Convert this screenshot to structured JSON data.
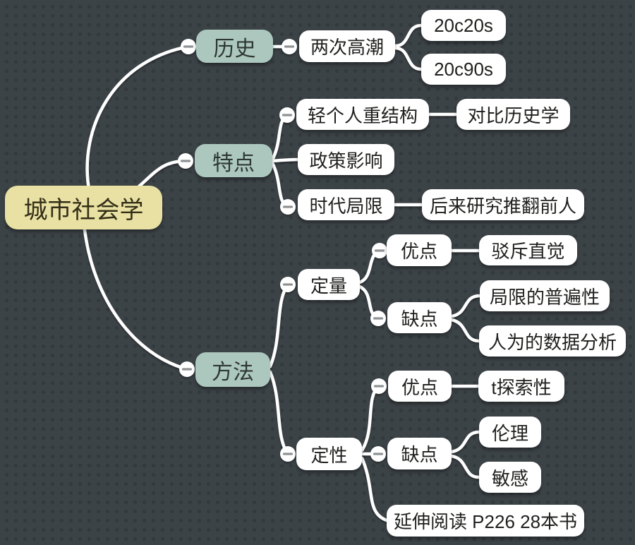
{
  "colors": {
    "bg_base": "#3c4347",
    "bg_dot": "#333a3e",
    "root_bg": "#e8e1a3",
    "root_text": "#342f18",
    "branch_bg": "#acc7be",
    "branch_text": "#2d3734",
    "leaf_bg": "#ffffff",
    "leaf_text": "#1f1f1d",
    "connector": "#ffffff",
    "collapse_minus": "#8e9294"
  },
  "icons": {
    "collapse": "minus-icon"
  },
  "map": {
    "root": {
      "label": "城市社会学"
    },
    "branches": [
      {
        "label": "历史",
        "children": [
          {
            "label": "两次高潮",
            "children": [
              {
                "label": "20c20s"
              },
              {
                "label": "20c90s"
              }
            ]
          }
        ]
      },
      {
        "label": "特点",
        "children": [
          {
            "label": "轻个人重结构",
            "children": [
              {
                "label": "对比历史学"
              }
            ]
          },
          {
            "label": "政策影响"
          },
          {
            "label": "时代局限",
            "children": [
              {
                "label": "后来研究推翻前人"
              }
            ]
          }
        ]
      },
      {
        "label": "方法",
        "children": [
          {
            "label": "定量",
            "children": [
              {
                "label": "优点",
                "children": [
                  {
                    "label": "驳斥直觉"
                  }
                ]
              },
              {
                "label": "缺点",
                "children": [
                  {
                    "label": "局限的普遍性"
                  },
                  {
                    "label": "人为的数据分析"
                  }
                ]
              }
            ]
          },
          {
            "label": "定性",
            "children": [
              {
                "label": "优点",
                "children": [
                  {
                    "label": "t探索性"
                  }
                ]
              },
              {
                "label": "缺点",
                "children": [
                  {
                    "label": "伦理"
                  },
                  {
                    "label": "敏感"
                  }
                ]
              },
              {
                "label": "延伸阅读 P226 28本书"
              }
            ]
          }
        ]
      }
    ]
  }
}
